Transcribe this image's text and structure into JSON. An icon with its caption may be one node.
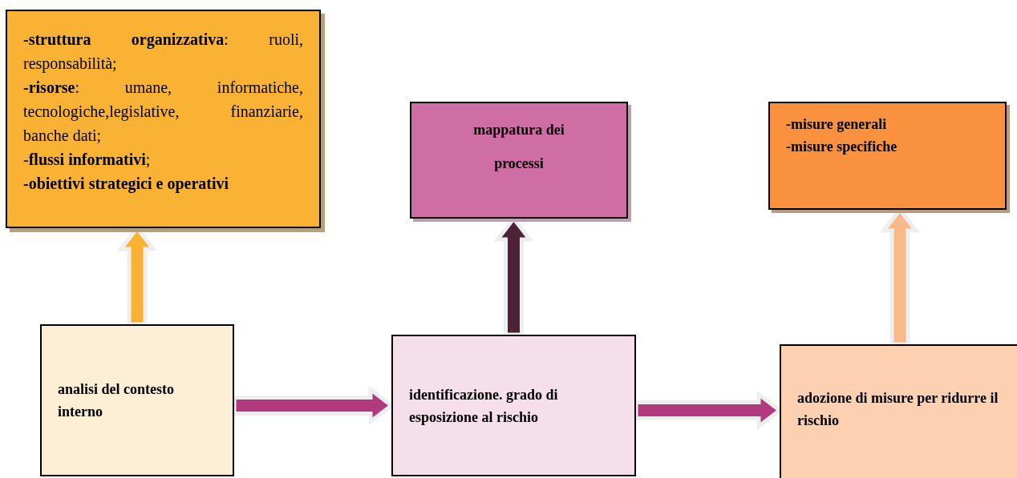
{
  "diagram": {
    "nodes": [
      {
        "text": [
          "**-struttura organizzativa**: ruoli, responsabilità;",
          "**-risorse**: umane, informatiche, tecnologiche,legislative, finanziarie, banche dati;",
          "-**flussi informativi**;",
          "**-obiettivi strategici e operativi**"
        ]
      },
      {
        "text": [
          "mappatura dei processi"
        ]
      },
      {
        "text": [
          "-misure generali",
          "-misure specifiche"
        ]
      },
      {
        "text": [
          "analisi del contesto interno"
        ]
      },
      {
        "text": [
          "identificazione. grado di esposizione al rischio"
        ]
      },
      {
        "text": [
          "adozione di misure per ridurre il rischio"
        ]
      }
    ],
    "edges": [
      {
        "from": 3,
        "to": 0,
        "arrow": "to",
        "color": "#f9b233"
      },
      {
        "from": 4,
        "to": 1,
        "arrow": "to",
        "color": "#4e2236"
      },
      {
        "from": 5,
        "to": 2,
        "arrow": "to",
        "color": "#fbb98a"
      },
      {
        "from": 3,
        "to": 4,
        "arrow": "to",
        "color": "#b13a7c"
      },
      {
        "from": 4,
        "to": 5,
        "arrow": "to",
        "color": "#b13a7c"
      }
    ]
  }
}
